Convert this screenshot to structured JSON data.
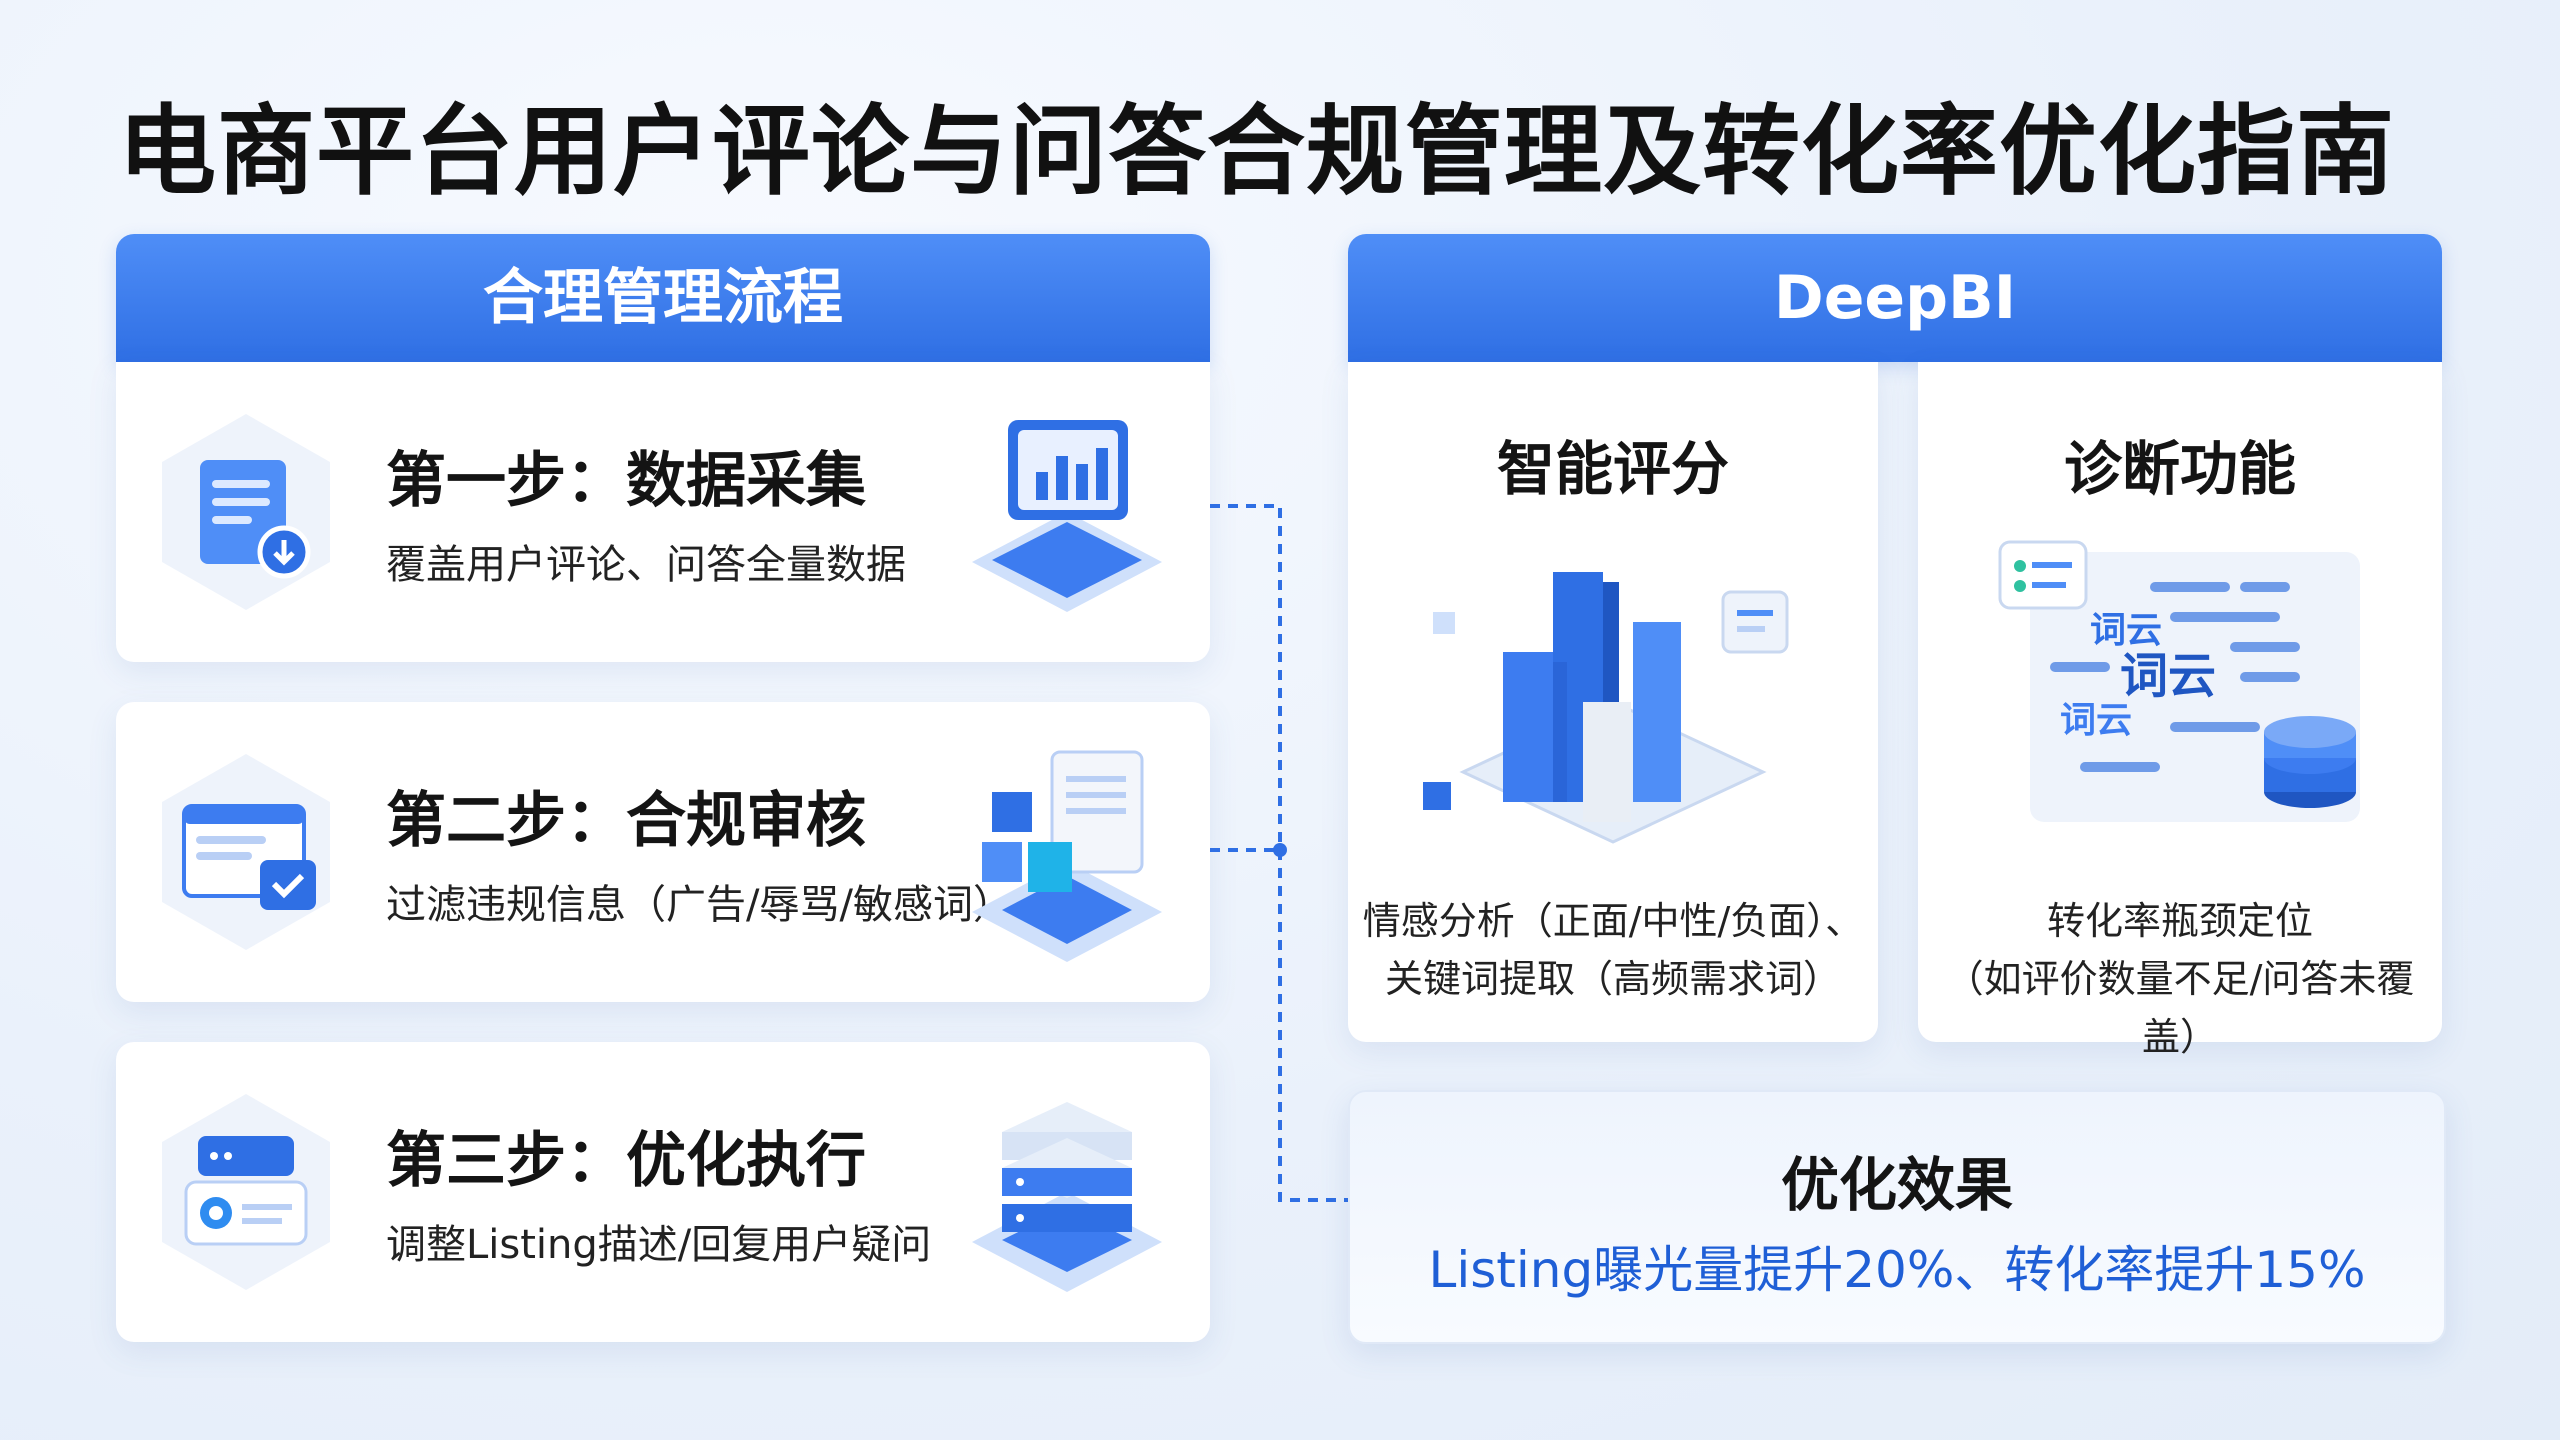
{
  "title": "电商平台用户评论与问答合规管理及转化率优化指南",
  "left_panel": {
    "header": "合理管理流程",
    "steps": [
      {
        "title": "第一步：数据采集",
        "desc": "覆盖用户评论、问答全量数据",
        "icon": "document-download-icon",
        "illus": "monitor-bar-chart-icon"
      },
      {
        "title": "第二步：合规审核",
        "desc": "过滤违规信息（广告/辱骂/敏感词）",
        "icon": "browser-check-icon",
        "illus": "filter-blocks-icon"
      },
      {
        "title": "第三步：优化执行",
        "desc": "调整Listing描述/回复用户疑问",
        "icon": "profile-card-icon",
        "illus": "server-stack-icon"
      }
    ]
  },
  "right_panel": {
    "header": "DeepBI",
    "features": [
      {
        "title": "智能评分",
        "desc_line1": "情感分析（正面/中性/负面）、",
        "desc_line2": "关键词提取（高频需求词）",
        "illus": "3d-bar-chart-icon"
      },
      {
        "title": "诊断功能",
        "desc_line1": "转化率瓶颈定位",
        "desc_line2": "（如评价数量不足/问答未覆盖）",
        "illus": "word-cloud-database-icon",
        "word_cloud_label": "词云"
      }
    ],
    "effect": {
      "title": "优化效果",
      "text": "Listing曝光量提升20%、转化率提升15%"
    }
  },
  "colors": {
    "accent": "#2f6fe4",
    "effect_text": "#1f5fd6",
    "title": "#111111"
  }
}
